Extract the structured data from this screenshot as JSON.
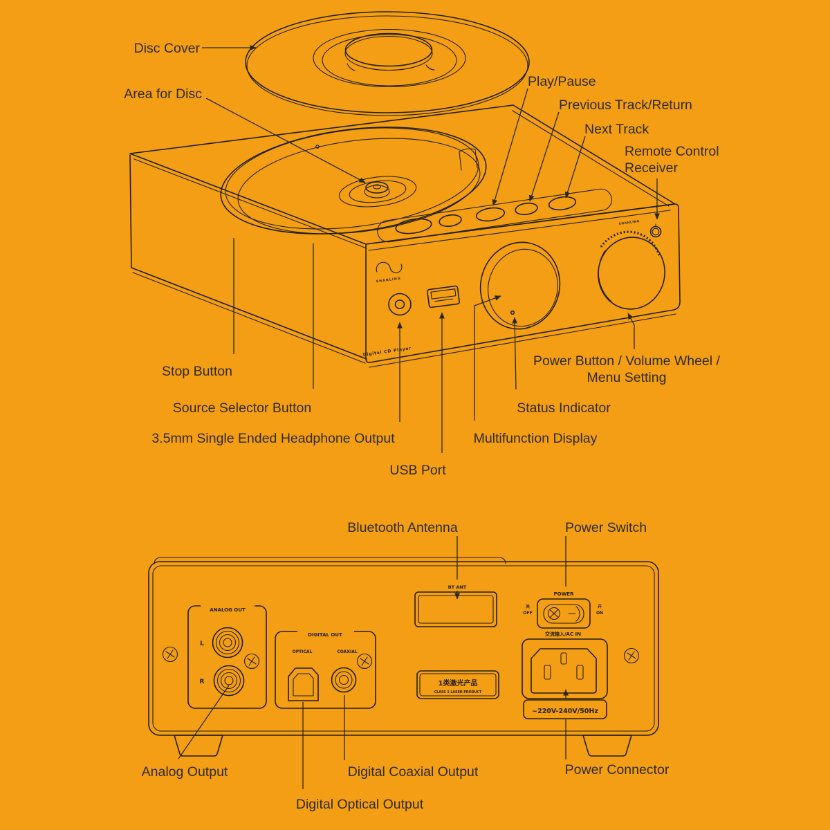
{
  "colors": {
    "background": "#F49E15",
    "line": "#221F10",
    "label_text": "#2E2B1B"
  },
  "front_labels": {
    "disc_cover": "Disc Cover",
    "area_for_disc": "Area for Disc",
    "play_pause": "Play/Pause",
    "previous_track": "Previous Track/Return",
    "next_track": "Next Track",
    "remote_line1": "Remote Control",
    "remote_line2": "Receiver",
    "stop_button": "Stop Button",
    "source_selector": "Source Selector Button",
    "headphone": "3.5mm Single Ended Headphone Output",
    "usb_port": "USB Port",
    "power_line1": "Power Button / Volume Wheel /",
    "power_line2": "Menu Setting",
    "status_indicator": "Status Indicator",
    "display": "Multifunction Display"
  },
  "rear_labels": {
    "bluetooth_antenna": "Bluetooth Antenna",
    "power_switch": "Power Switch",
    "analog_output": "Analog Output",
    "digital_coaxial": "Digital Coaxial Output",
    "digital_optical": "Digital Optical Output",
    "power_connector": "Power Connector"
  },
  "rear_panel": {
    "analog_out": "ANALOG OUT",
    "left_ch": "L",
    "right_ch": "R",
    "digital_out": "DIGITAL OUT",
    "optical": "OPTICAL",
    "coaxial": "COAXIAL",
    "bt_ant": "BT ANT",
    "power": "POWER",
    "off_cn": "关",
    "off": "OFF",
    "on_cn": "开",
    "on": "ON",
    "ac_in": "交流输入/AC IN",
    "laser_cn": "1类激光产品",
    "laser_en": "CLASS 1 LASER PRODUCT",
    "voltage": "~220V-240V/50Hz"
  },
  "device_front": {
    "brand": "SHANLING",
    "model_text": "Digital CD Player"
  }
}
